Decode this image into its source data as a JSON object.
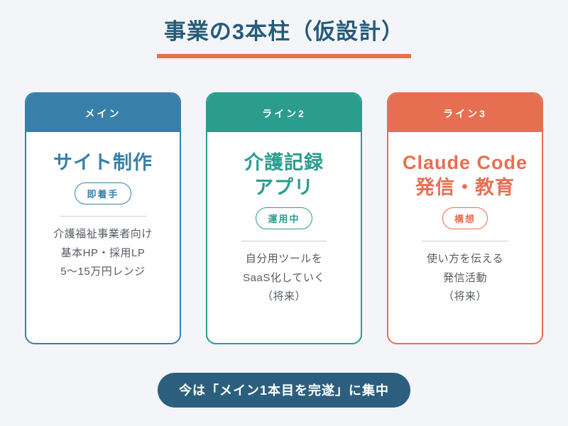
{
  "page": {
    "title": "事業の3本柱（仮設計）",
    "title_color": "#265b7a",
    "underline_color": "#e2714d",
    "background": "#f3f5f9"
  },
  "cards": [
    {
      "header": "メイン",
      "accent": "#3880a9",
      "title": "サイト制作",
      "badge": "即着手",
      "body_lines": [
        "介護福祉事業者向け",
        "基本HP・採用LP",
        "5〜15万円レンジ"
      ]
    },
    {
      "header": "ライン2",
      "accent": "#2a9d8f",
      "title": "介護記録\nアプリ",
      "badge": "運用中",
      "body_lines": [
        "自分用ツールを",
        "SaaS化していく",
        "（将来）"
      ]
    },
    {
      "header": "ライン3",
      "accent": "#e76f51",
      "title": "Claude Code\n発信・教育",
      "badge": "構想",
      "body_lines": [
        "使い方を伝える",
        "発信活動",
        "（将来）"
      ]
    }
  ],
  "footer": {
    "label": "今は「メイン1本目を完遂」に集中",
    "background": "#2b5f7d",
    "text_color": "#ffffff"
  }
}
